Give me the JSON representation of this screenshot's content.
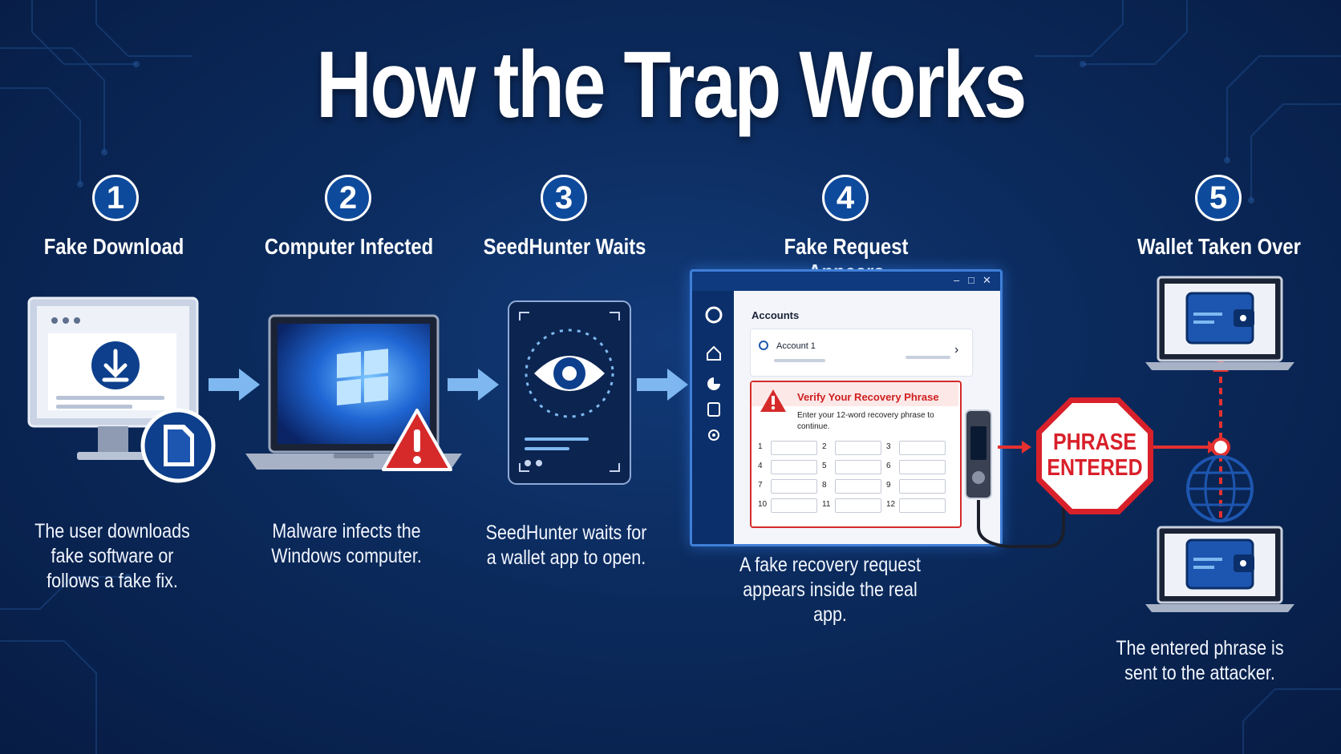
{
  "title": "How the Trap Works",
  "colors": {
    "background": "#0b2a5c",
    "badge": "#0e4a9c",
    "arrow": "#7fb8f0",
    "alert": "#d62a2a"
  },
  "steps": [
    {
      "number": "1",
      "title": "Fake Download",
      "description": "The user downloads\nfake software or\nfollows a fake fix.",
      "icon": "download-monitor-icon"
    },
    {
      "number": "2",
      "title": "Computer Infected",
      "description": "Malware infects the\nWindows computer.",
      "icon": "infected-laptop-icon"
    },
    {
      "number": "3",
      "title": "SeedHunter Waits",
      "description": "SeedHunter waits for\na wallet app to open.",
      "icon": "eye-phone-icon"
    },
    {
      "number": "4",
      "title": "Fake Request Appears",
      "description": "A fake recovery request\nappears inside the real app.",
      "icon": "wallet-app-window-icon"
    },
    {
      "number": "5",
      "title": "Wallet Taken Over",
      "description": "The entered phrase is\nsent to the attacker.",
      "icon": "wallet-laptops-icon"
    }
  ],
  "app": {
    "accounts_label": "Accounts",
    "account_name": "Account 1",
    "prompt_title": "Verify Your Recovery Phrase",
    "prompt_text": "Enter your 12-word recovery phrase to continue.",
    "word_numbers": [
      "1",
      "2",
      "3",
      "4",
      "5",
      "6",
      "7",
      "8",
      "9",
      "10",
      "11",
      "12"
    ]
  },
  "stop_sign": {
    "line1": "PHRASE",
    "line2": "ENTERED"
  }
}
